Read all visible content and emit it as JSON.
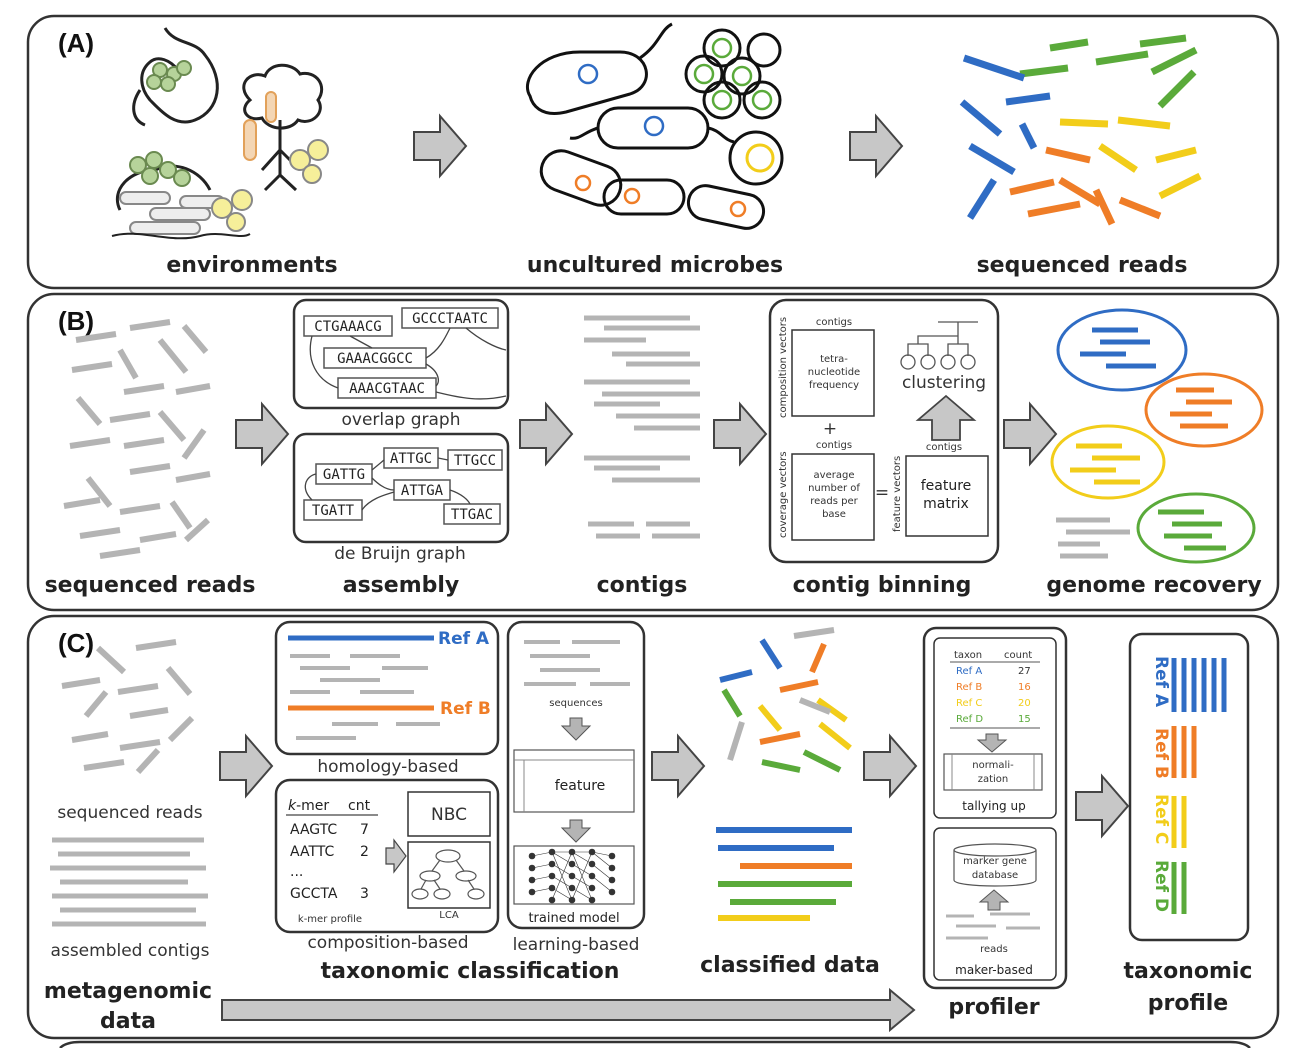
{
  "colors": {
    "blue": "#2f6cc4",
    "orange": "#ef7d27",
    "yellow": "#f2cd1a",
    "green": "#5aaa3a",
    "gray": "#b4b4b4",
    "arrow": "#c7c7c7"
  },
  "panelA": {
    "label": "(A)",
    "environments": "environments",
    "microbes": "uncultured microbes",
    "reads": "sequenced reads"
  },
  "panelB": {
    "label": "(B)",
    "reads": "sequenced reads",
    "assembly": "assembly",
    "overlap_caption": "overlap graph",
    "debruijn_caption": "de Bruijn graph",
    "overlap_nodes": [
      "CTGAAACG",
      "GCCCTAATC",
      "GAAACGGCC",
      "AAACGTAAC"
    ],
    "debruijn_nodes": [
      "GATTG",
      "ATTGC",
      "TTGCC",
      "ATTGA",
      "TGATT",
      "TTGAC"
    ],
    "contigs": "contigs",
    "binning": "contig binning",
    "bin_contigs_1": "contigs",
    "bin_contigs_2": "contigs",
    "bin_contigs_3": "contigs",
    "tetra_1": "tetra-",
    "tetra_2": "nucleotide",
    "tetra_3": "frequency",
    "avg_1": "average",
    "avg_2": "number of",
    "avg_3": "reads per",
    "avg_4": "base",
    "composition_vectors": "composition vectors",
    "coverage_vectors": "coverage vectors",
    "feature_vectors": "feature vectors",
    "plus": "+",
    "equals": "=",
    "clustering": "clustering",
    "feature": "feature",
    "matrix": "matrix",
    "recovery": "genome recovery"
  },
  "panelC": {
    "label": "(C)",
    "reads": "sequenced reads",
    "contigs": "assembled contigs",
    "metagenomic_1": "metagenomic",
    "metagenomic_2": "data",
    "refA": "Ref A",
    "refB": "Ref B",
    "homology": "homology-based",
    "kmer_header_k": "k",
    "kmer_header_rest": "-mer",
    "cnt_header": "cnt",
    "kmer_rows": [
      {
        "seq": "AAGTC",
        "cnt": "7"
      },
      {
        "seq": "AATTC",
        "cnt": "2"
      },
      {
        "seq": "...",
        "cnt": ""
      },
      {
        "seq": "GCCTA",
        "cnt": "3"
      }
    ],
    "kmer_profile": "k-mer profile",
    "nbc": "NBC",
    "lca": "LCA",
    "composition": "composition-based",
    "sequences": "sequences",
    "feature": "feature",
    "trained_model": "trained model",
    "learning": "learning-based",
    "taxonomic_classification": "taxonomic classification",
    "classified": "classified data",
    "profiler": "profiler",
    "table_header": [
      "taxon",
      "count"
    ],
    "table_rows": [
      {
        "taxon": "Ref A",
        "count": "27"
      },
      {
        "taxon": "Ref B",
        "count": "16"
      },
      {
        "taxon": "Ref C",
        "count": "20"
      },
      {
        "taxon": "Ref D",
        "count": "15"
      }
    ],
    "normalization_1": "normali-",
    "normalization_2": "zation",
    "tallying": "tallying up",
    "marker_db_1": "marker gene",
    "marker_db_2": "database",
    "reads_small": "reads",
    "maker_based": "maker-based",
    "taxonomic_profile_1": "taxonomic",
    "taxonomic_profile_2": "profile",
    "profile_refs": [
      "Ref A",
      "Ref B",
      "Ref C",
      "Ref D"
    ]
  }
}
